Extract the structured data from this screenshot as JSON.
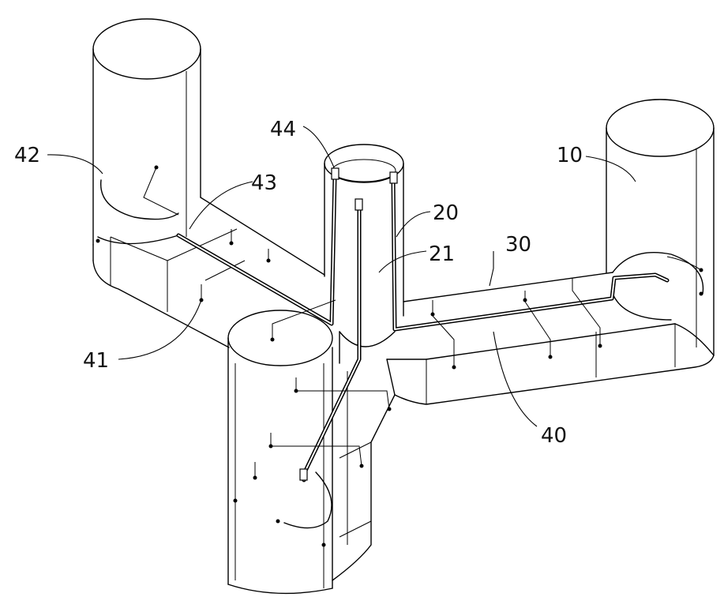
{
  "figure": {
    "labels": {
      "l10": "10",
      "l20": "20",
      "l21": "21",
      "l30": "30",
      "l40": "40",
      "l41": "41",
      "l42": "42",
      "l43": "43",
      "l44": "44"
    }
  }
}
